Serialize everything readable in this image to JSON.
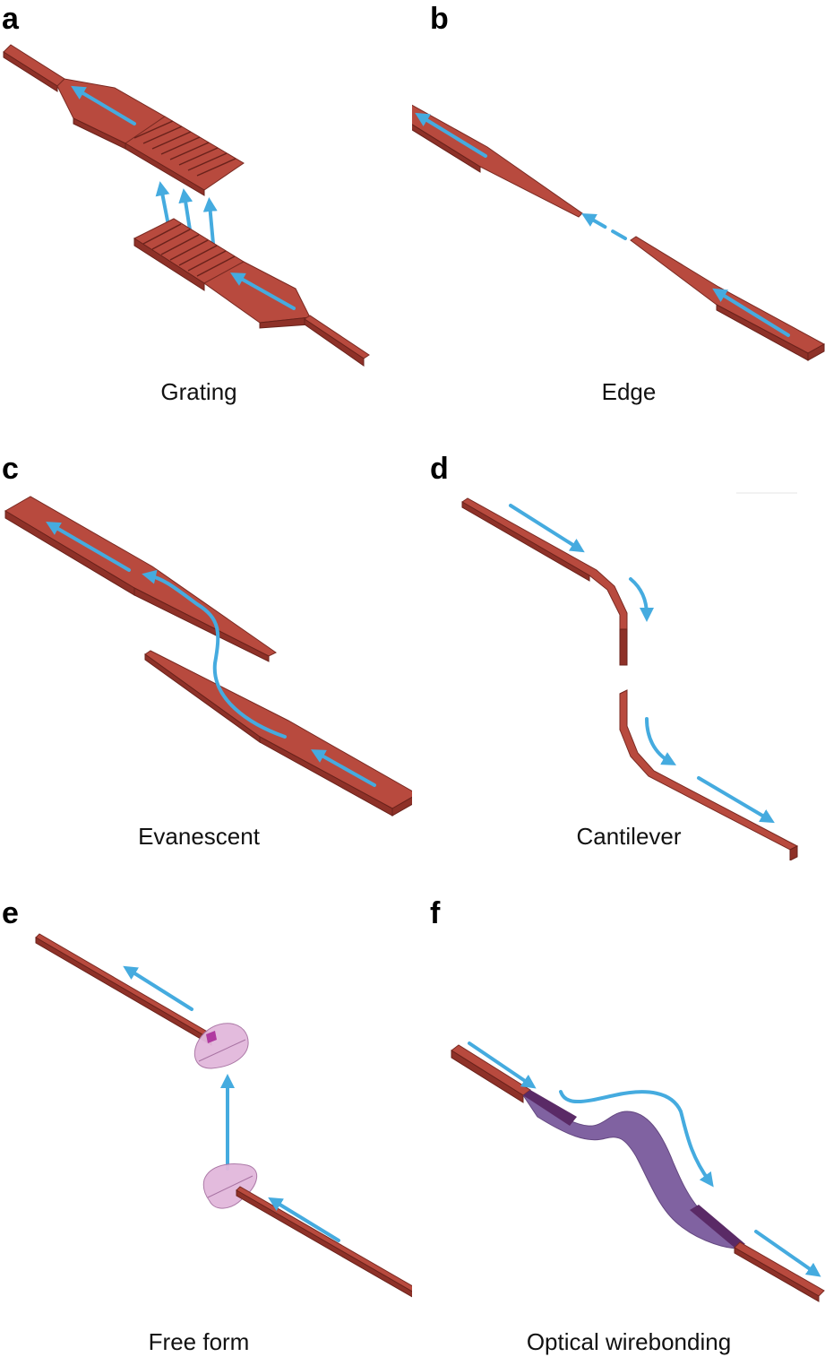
{
  "panels": [
    {
      "letter": "a",
      "caption": "Grating"
    },
    {
      "letter": "b",
      "caption": "Edge"
    },
    {
      "letter": "c",
      "caption": "Evanescent"
    },
    {
      "letter": "d",
      "caption": "Cantilever"
    },
    {
      "letter": "e",
      "caption": "Free form"
    },
    {
      "letter": "f",
      "caption": "Optical wirebonding"
    }
  ],
  "colors": {
    "waveguide": "#b84a3e",
    "waveguide_side": "#8e3128",
    "light_beam": "#45abdf",
    "lens": "#e2b8dc",
    "wirebond": "#7a5a9c"
  },
  "icons": [
    "arrow-icon",
    "waveguide-icon",
    "lens-icon"
  ]
}
